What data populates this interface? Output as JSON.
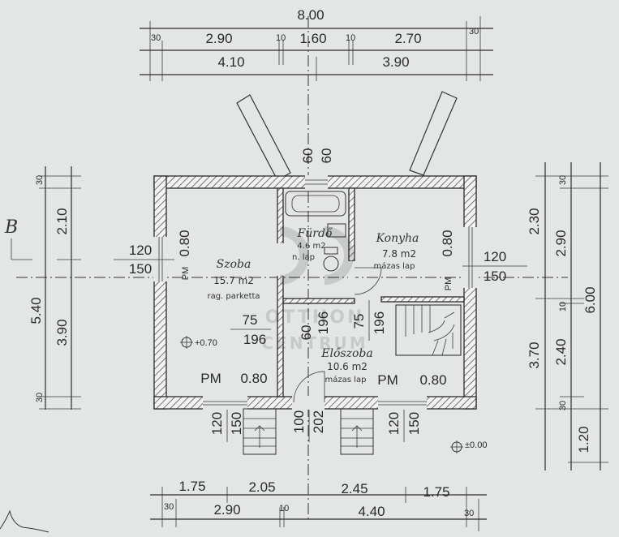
{
  "section_label": "B",
  "top_dims": {
    "total": "8.00",
    "row1": [
      "30",
      "2.90",
      "10",
      "1.60",
      "10",
      "2.70",
      "30"
    ],
    "row2": [
      "4.10",
      "3.90"
    ]
  },
  "bottom_dims": {
    "row1": [
      "1.75",
      "2.05",
      "2.45",
      "1.75"
    ],
    "row2": [
      "30",
      "2.90",
      "10",
      "4.40",
      "30"
    ]
  },
  "left_dims": {
    "row1": [
      "30",
      "2.10",
      "3.90",
      "30"
    ],
    "total": "5.40",
    "window": [
      "120",
      "150"
    ]
  },
  "right_dims": {
    "total": "6.00",
    "col1": [
      "2.30",
      "3.70",
      "1.20"
    ],
    "col2": [
      "30",
      "2.90",
      "10",
      "2.40",
      "30"
    ],
    "window": [
      "120",
      "150"
    ]
  },
  "rooms": {
    "szoba": {
      "name": "Szoba",
      "area": "15.7 m2",
      "floor": "rag. parketta"
    },
    "furdo": {
      "name": "Fürdő",
      "area": "4.6 m2",
      "floor": "n. lap"
    },
    "konyha": {
      "name": "Konyha",
      "area": "7.8 m2",
      "floor": "mázas lap"
    },
    "eloszoba": {
      "name": "Előszoba",
      "area": "10.6 m2",
      "floor": "mázas lap"
    }
  },
  "labels": {
    "pm": "PM",
    "v080": "0.80",
    "v60": "60",
    "v75": "75",
    "v196": "196",
    "v100": "100",
    "v202": "202",
    "v120": "120",
    "v150": "150",
    "level1": "+0.70",
    "level2": "±0.00"
  },
  "watermark": {
    "line1": "OTTHON",
    "line2": "CENTRUM"
  }
}
